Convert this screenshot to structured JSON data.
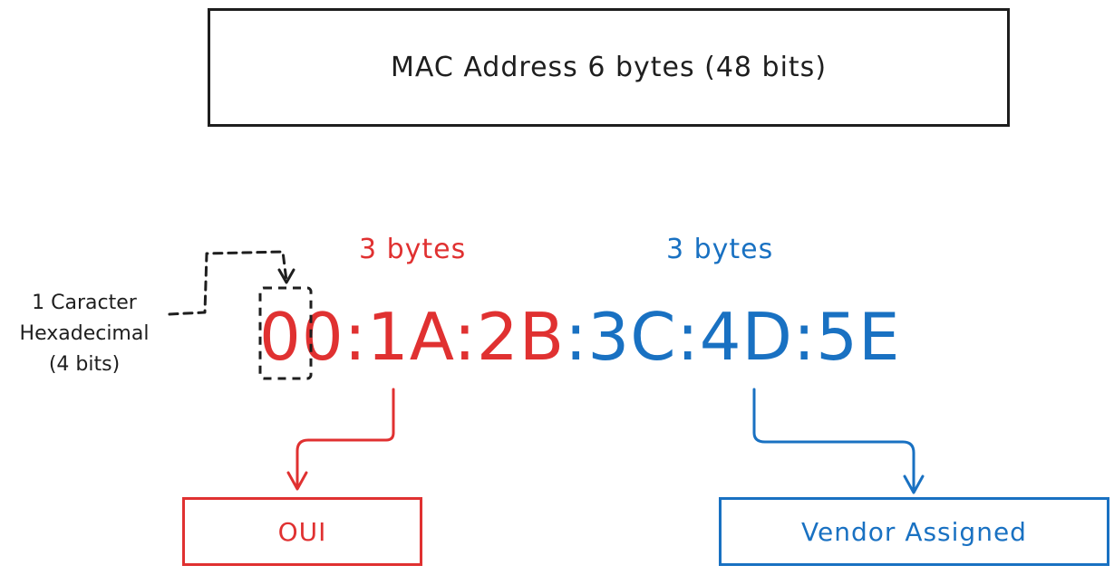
{
  "title": "MAC Address 6 bytes (48 bits)",
  "oui_bytes_label": "3 bytes",
  "vendor_bytes_label": "3 bytes",
  "mac": {
    "first_char": "0",
    "oui_rest": "0:1A:2B",
    "vendor_part": ":3C:4D:5E"
  },
  "char_note": {
    "line1": "1 Caracter",
    "line2": "Hexadecimal",
    "line3": "(4 bits)"
  },
  "oui_box_label": "OUI",
  "vendor_box_label": "Vendor Assigned",
  "colors": {
    "oui": "#e03131",
    "vendor": "#1971c2",
    "ink": "#1e1e1e"
  }
}
